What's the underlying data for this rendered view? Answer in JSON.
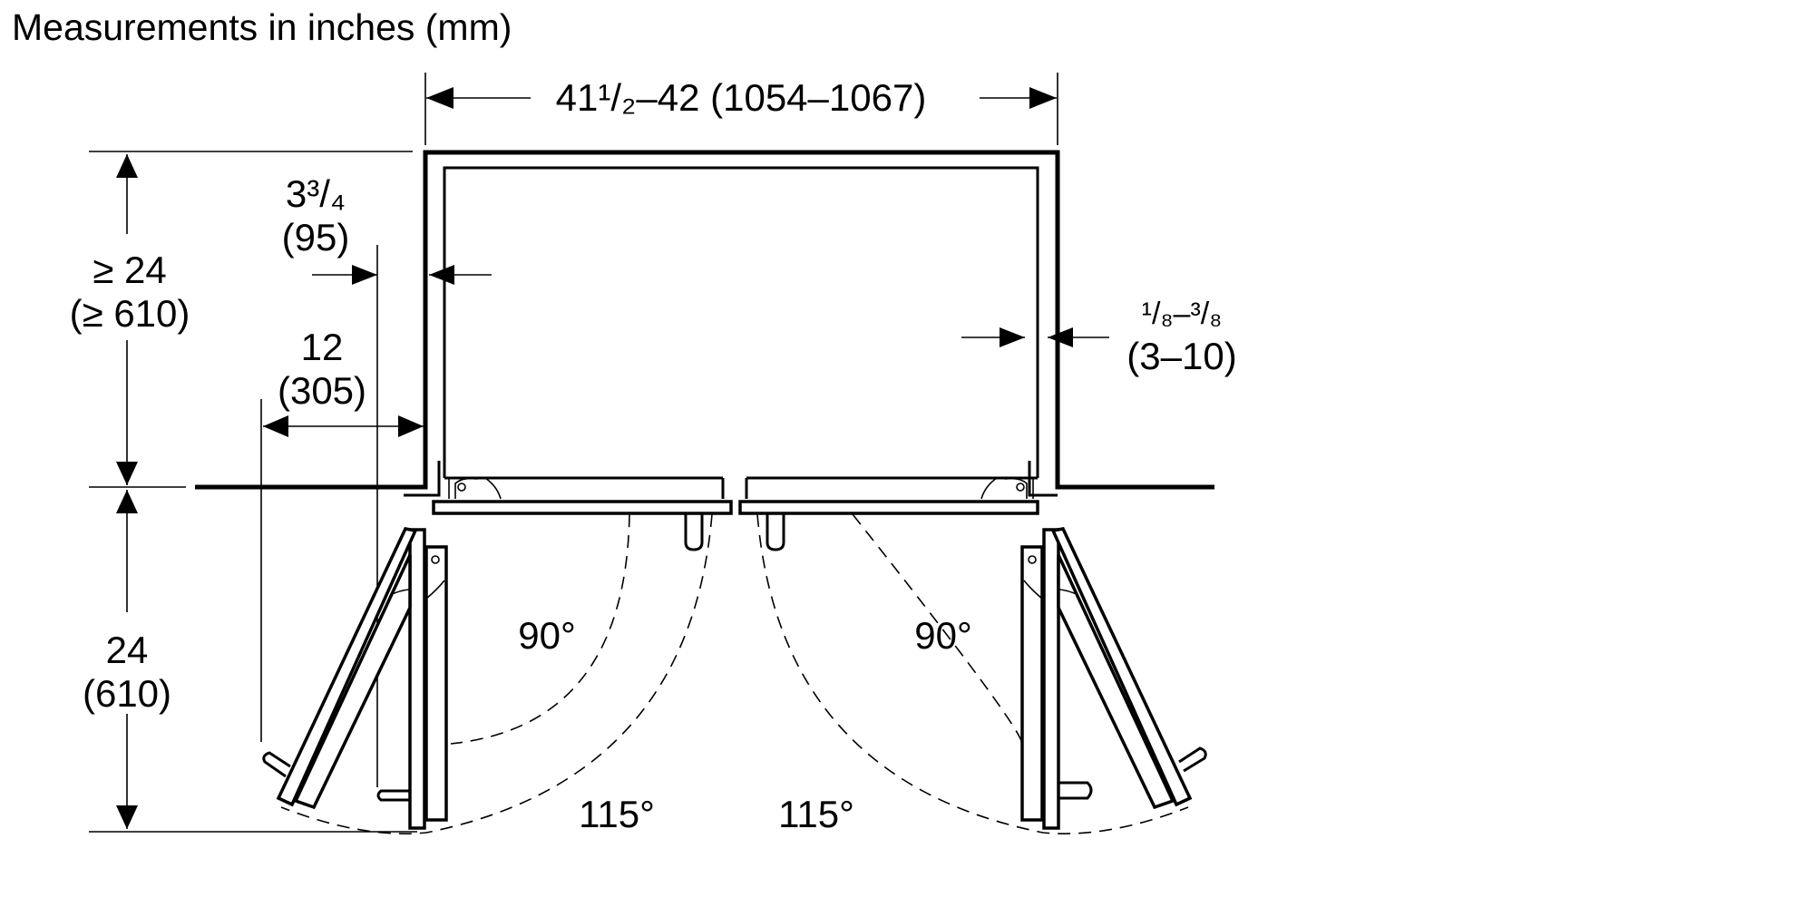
{
  "title": "Measurements in inches (mm)",
  "dimensions": {
    "width": {
      "inches": "41¹/₂–42",
      "mm": "(1054–1067)"
    },
    "depth_clearance": {
      "inches": "≥ 24",
      "mm": "(≥ 610)"
    },
    "door_depth": {
      "inches": "24",
      "mm": "(610)"
    },
    "side_offset": {
      "inches": "3³/₄",
      "mm": "(95)"
    },
    "handle_clearance": {
      "inches": "12",
      "mm": "(305)"
    },
    "gap": {
      "inches": "¹/₈–³/₈",
      "mm": "(3–10)"
    }
  },
  "angles": {
    "left_90": "90°",
    "right_90": "90°",
    "left_115": "115°",
    "right_115": "115°"
  }
}
